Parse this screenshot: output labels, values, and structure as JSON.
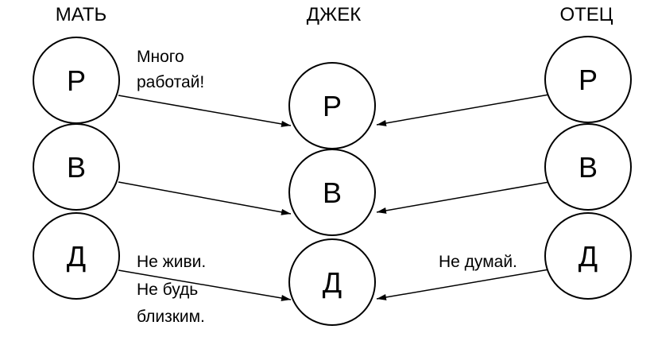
{
  "headers": {
    "mother": "МАТЬ",
    "jack": "ДЖЕК",
    "father": "ОТЕЦ"
  },
  "states": {
    "parent": "Р",
    "adult": "В",
    "child": "Д"
  },
  "messages": {
    "mother_parent_line1": "Много",
    "mother_parent_line2": "работай!",
    "mother_child_line1": "Не живи.",
    "mother_child_line2": "Не будь",
    "mother_child_line3": "близким.",
    "father_child": "Не думай."
  },
  "colors": {
    "line": "#000000",
    "background": "#ffffff"
  }
}
